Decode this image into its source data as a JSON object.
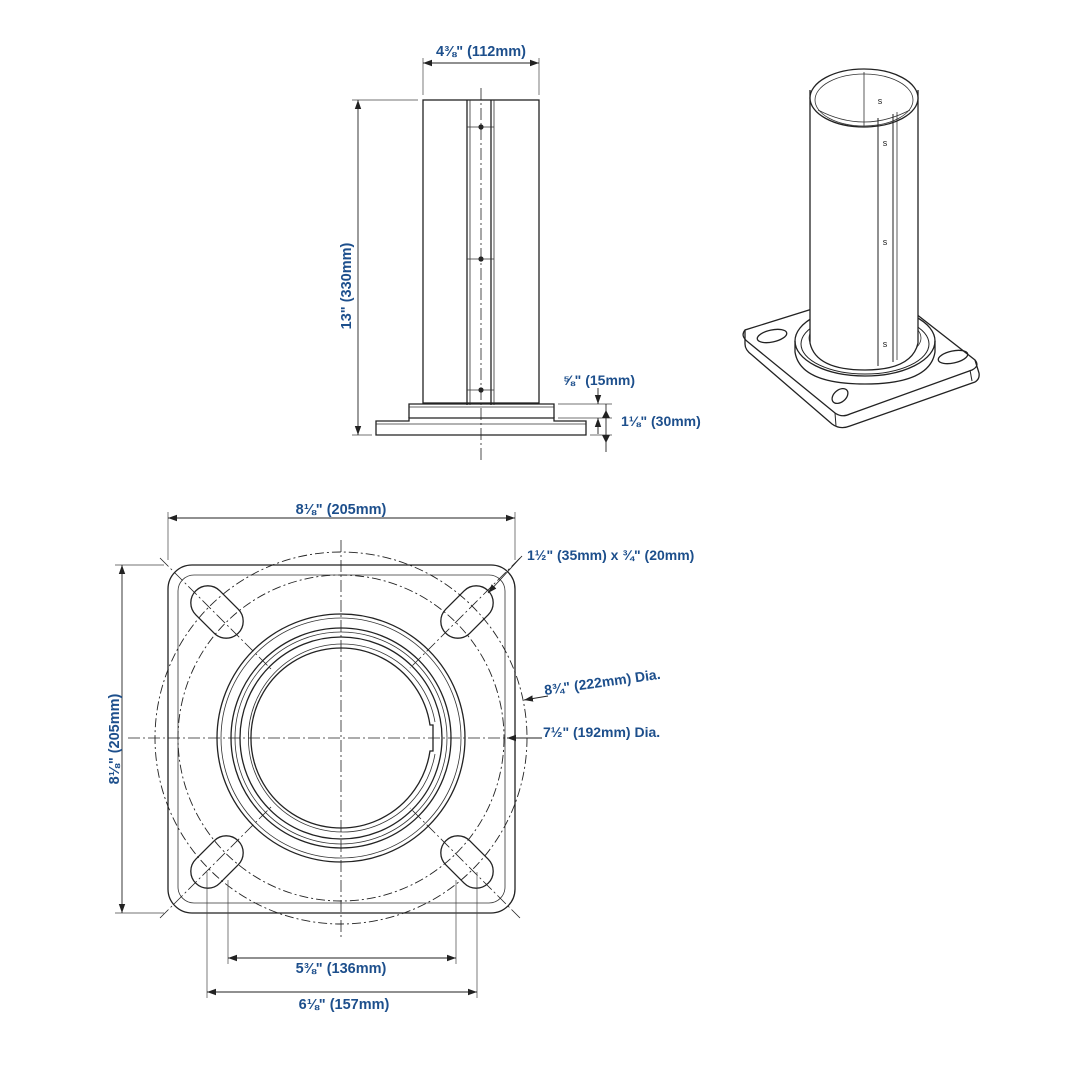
{
  "colors": {
    "dimension_text": "#1d4f8c",
    "line": "#222222",
    "background": "#ffffff"
  },
  "side_view": {
    "width_label": "4⅜\" (112mm)",
    "height_label": "13\" (330mm)",
    "step_label": "⅝\" (15mm)",
    "base_thickness_label": "1⅛\" (30mm)"
  },
  "top_view": {
    "plate_width_label": "8⅛\" (205mm)",
    "plate_height_label": "8⅛\" (205mm)",
    "slot_label": "1½\" (35mm) x ¾\" (20mm)",
    "outer_circle_label": "8¾\" (222mm) Dia.",
    "bolt_circle_label": "7½\" (192mm) Dia.",
    "inner_spacing_label": "5⅜\" (136mm)",
    "outer_spacing_label": "6⅛\" (157mm)"
  },
  "iso_view": {
    "screw_marks": [
      "s",
      "s",
      "s",
      "s"
    ]
  }
}
